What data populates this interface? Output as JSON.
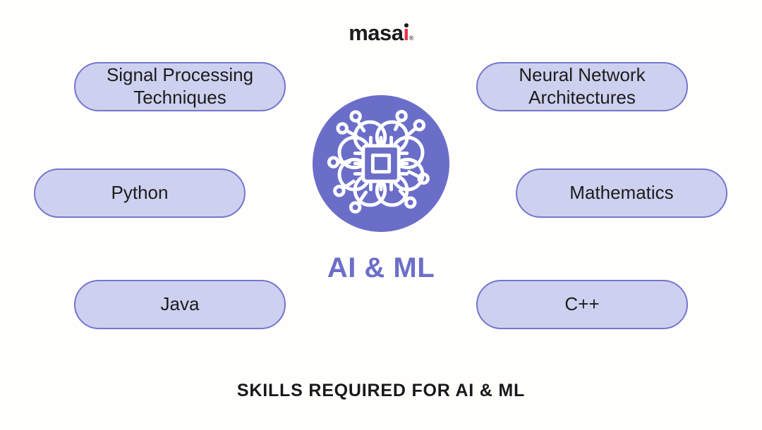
{
  "logo": {
    "prefix": "masa",
    "accent": "i",
    "registered_mark": "®"
  },
  "center": {
    "label": "AI & ML",
    "icon": "brain-circuit-icon",
    "circle_color": "#6b6ec8",
    "label_color": "#6c6fc9"
  },
  "skills": [
    {
      "id": "signal-processing",
      "label": "Signal Processing Techniques"
    },
    {
      "id": "neural-networks",
      "label": "Neural Network Architectures"
    },
    {
      "id": "python",
      "label": "Python"
    },
    {
      "id": "mathematics",
      "label": "Mathematics"
    },
    {
      "id": "java",
      "label": "Java"
    },
    {
      "id": "cpp",
      "label": "C++"
    }
  ],
  "footer": {
    "title": "SKILLS REQUIRED FOR AI & ML"
  },
  "colors": {
    "pill_fill": "#ced0ef",
    "pill_border": "#7376ce",
    "circle_purple": "#6b6ec8",
    "accent_red": "#e8304a",
    "text_dark": "#1b1b1b",
    "background": "#fffefc"
  }
}
